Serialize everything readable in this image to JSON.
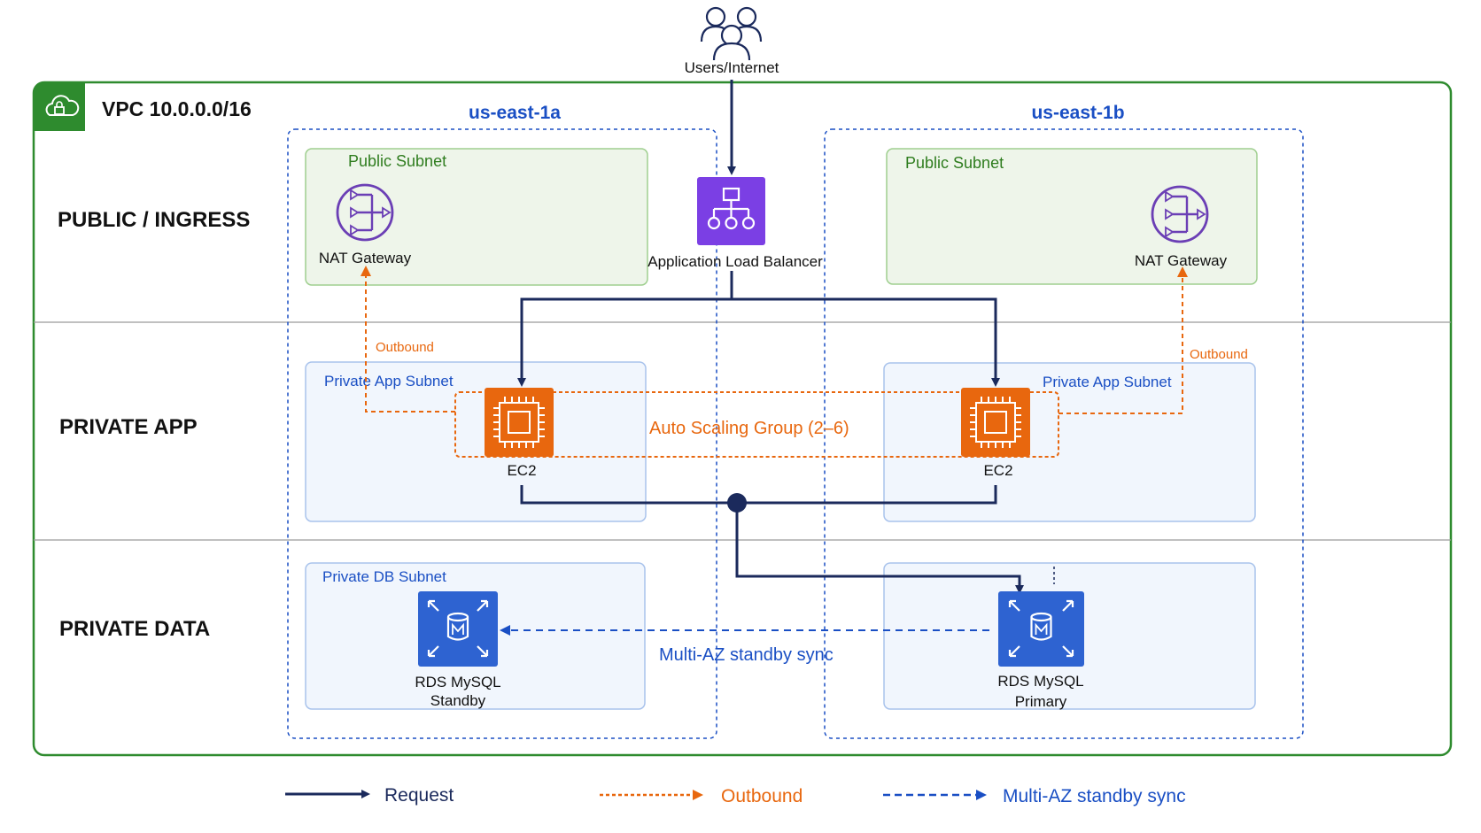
{
  "vpc": {
    "label": "VPC 10.0.0.0/16"
  },
  "users": {
    "label": "Users/Internet"
  },
  "tiers": {
    "public": "PUBLIC / INGRESS",
    "app": "PRIVATE APP",
    "data": "PRIVATE DATA"
  },
  "azs": {
    "a": "us-east-1a",
    "b": "us-east-1b"
  },
  "subnets": {
    "public_a": "Public Subnet",
    "public_b": "Public Subnet",
    "app_a": "Private App Subnet",
    "app_b": "Private App Subnet",
    "db_a": "Private DB Subnet"
  },
  "services": {
    "nat_a": "NAT Gateway",
    "nat_b": "NAT Gateway",
    "alb": "Application Load Balancer",
    "ec2_a": "EC2",
    "ec2_b": "EC2",
    "rds_standby_line1": "RDS MySQL",
    "rds_standby_line2": "Standby",
    "rds_primary_line1": "RDS MySQL",
    "rds_primary_line2": "Primary"
  },
  "annotations": {
    "outbound_a": "Outbound",
    "outbound_b": "Outbound",
    "asg": "Auto Scaling Group (2–6)",
    "sync": "Multi-AZ standby sync"
  },
  "legend": {
    "request": "Request",
    "outbound": "Outbound",
    "sync": "Multi-AZ standby sync"
  },
  "colors": {
    "vpc_border": "#2e8b2e",
    "request": "#1b2a5c",
    "outbound": "#e8670e",
    "sync": "#1a4fc4",
    "nat": "#6b3fb5",
    "alb": "#7b3fe4",
    "ec2": "#e8670e",
    "rds": "#2e63d1"
  },
  "icons": {
    "users": "users-icon",
    "vpc": "cloud-lock-icon",
    "nat": "nat-gateway-icon",
    "alb": "load-balancer-icon",
    "ec2": "chip-icon",
    "rds": "database-icon"
  }
}
